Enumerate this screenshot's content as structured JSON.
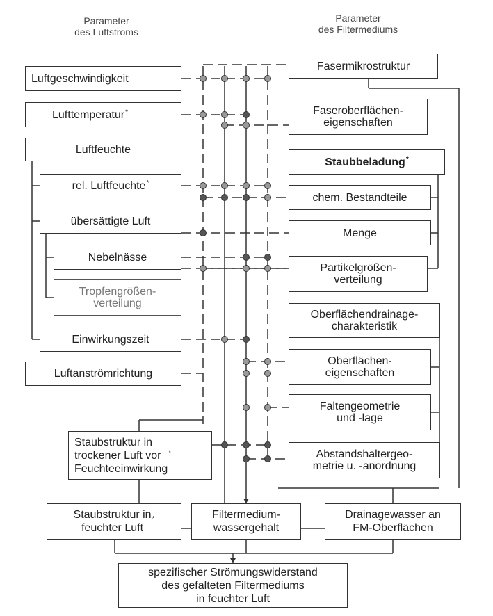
{
  "headers": {
    "left": "Parameter\ndes Luftstroms",
    "right": "Parameter\ndes Filtermediums"
  },
  "air_params": {
    "geschwindigkeit": "Luftgeschwindigkeit",
    "temperatur": "Lufttemperatur",
    "feuchte": "Luftfeuchte",
    "rel_feuchte": "rel. Luftfeuchte",
    "uebersaettigt": "übersättigte Luft",
    "nebelnaesse": "Nebelnässe",
    "tropfen": "Tropfengrößen-\nverteilung",
    "einwirkungszeit": "Einwirkungszeit",
    "anstroemrichtung": "Luftanströmrichtung"
  },
  "filter_params": {
    "fasermikro": "Fasermikrostruktur",
    "faseroberflaeche": "Faseroberflächen-\neigenschaften",
    "staubbeladung": "Staubbeladung",
    "chem": "chem. Bestandteile",
    "menge": "Menge",
    "partikel": "Partikelgrößen-\nverteilung",
    "drainage_char": "Oberflächendrainage-\ncharakteristik",
    "oberflaechen_eig": "Oberflächen-\neigenschaften",
    "falten": "Faltengeometrie\nund -lage",
    "abstand": "Abstandshaltergeo-\nmetrie u. -anordnung"
  },
  "staub_trocken": "Staubstruktur in\ntrockener Luft vor\nFeuchteeinwirkung",
  "outputs": {
    "staub_feucht": "Staubstruktur in\nfeuchter Luft",
    "wassergehalt": "Filtermedium-\nwassergehalt",
    "drainagewasser": "Drainagewasser an\nFM-Oberflächen"
  },
  "result": "spezifischer Strömungswiderstand\ndes gefalteten Filtermediums\nin feuchter Luft",
  "footnote_mark": "*",
  "colors": {
    "line": "#333333",
    "dot": "#9a9a9a",
    "dot_dark": "#555555"
  }
}
